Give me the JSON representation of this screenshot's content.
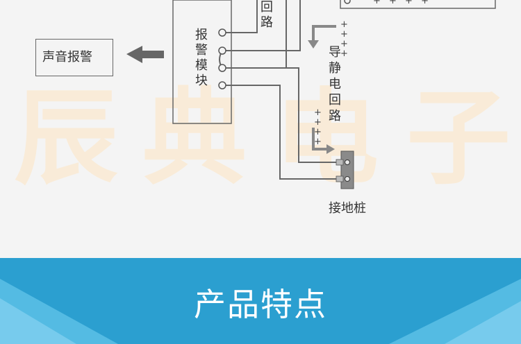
{
  "watermark": {
    "chars": [
      "辰",
      "典",
      "电",
      "子"
    ]
  },
  "sound_alarm": {
    "label": "声音报警"
  },
  "alarm_module": {
    "chars": [
      "报",
      "警",
      "模",
      "块"
    ]
  },
  "top_loop": {
    "chars": [
      "回",
      "路"
    ]
  },
  "static_loop": {
    "chars": [
      "导",
      "静",
      "电",
      "回",
      "路"
    ]
  },
  "ground": {
    "label": "接地桩"
  },
  "plus_marks": {
    "top_box": "+ + + +",
    "right_upper": "+ +",
    "right_lower": "+ +"
  },
  "banner": {
    "title": "产品特点"
  },
  "colors": {
    "banner": "#2b9fd0",
    "line": "#666666",
    "arrow": "#666666",
    "watermark": "#fbe9cf"
  }
}
